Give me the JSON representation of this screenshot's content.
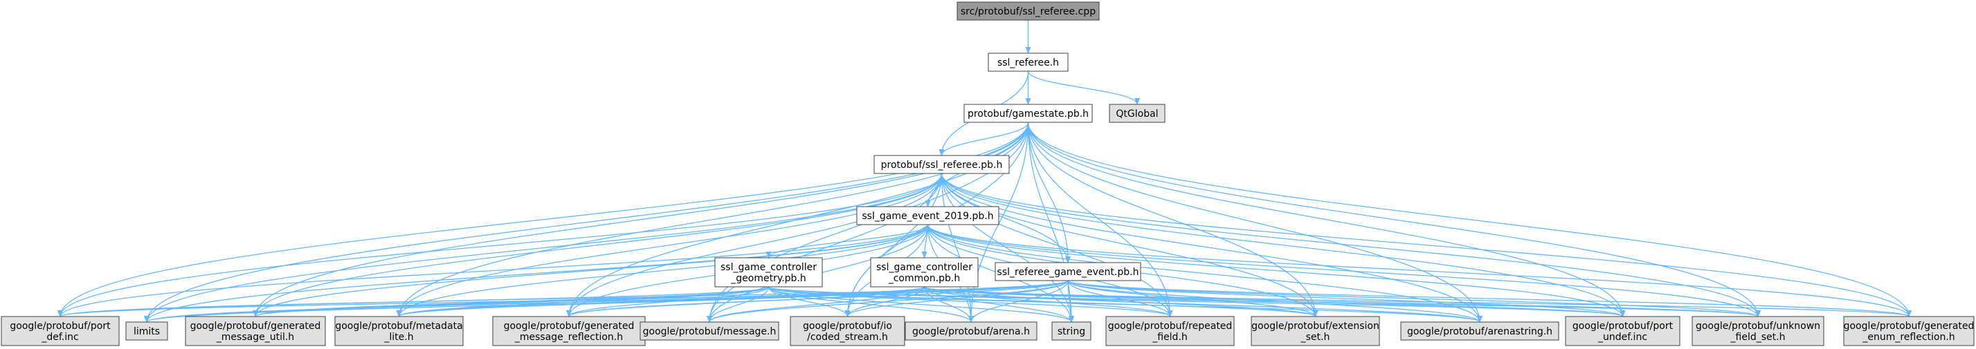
{
  "colors": {
    "edge": "#63b8ff",
    "node_border": "#404040",
    "root_fill": "#999999",
    "local_fill": "#ffffff",
    "external_fill": "#e0e0e0",
    "text": "#000000"
  },
  "nodes": {
    "root": {
      "lines": [
        "src/protobuf/ssl_referee.cpp"
      ],
      "kind": "root"
    },
    "ssl_referee_h": {
      "lines": [
        "ssl_referee.h"
      ],
      "kind": "local"
    },
    "qtglobal": {
      "lines": [
        "QtGlobal"
      ],
      "kind": "external"
    },
    "gamestate_pb": {
      "lines": [
        "protobuf/gamestate.pb.h"
      ],
      "kind": "local"
    },
    "ssl_referee_pb": {
      "lines": [
        "protobuf/ssl_referee.pb.h"
      ],
      "kind": "local"
    },
    "ssl_game_event_2019": {
      "lines": [
        "ssl_game_event_2019.pb.h"
      ],
      "kind": "local"
    },
    "ssl_gc_geometry": {
      "lines": [
        "ssl_game_controller",
        "_geometry.pb.h"
      ],
      "kind": "local"
    },
    "ssl_gc_common": {
      "lines": [
        "ssl_game_controller",
        "_common.pb.h"
      ],
      "kind": "local"
    },
    "ssl_referee_game_event": {
      "lines": [
        "ssl_referee_game_event.pb.h"
      ],
      "kind": "local"
    },
    "port_def": {
      "lines": [
        "google/protobuf/port",
        "_def.inc"
      ],
      "kind": "external"
    },
    "limits": {
      "lines": [
        "limits"
      ],
      "kind": "external"
    },
    "generated_message_util": {
      "lines": [
        "google/protobuf/generated",
        "_message_util.h"
      ],
      "kind": "external"
    },
    "metadata_lite": {
      "lines": [
        "google/protobuf/metadata",
        "_lite.h"
      ],
      "kind": "external"
    },
    "generated_message_reflection": {
      "lines": [
        "google/protobuf/generated",
        "_message_reflection.h"
      ],
      "kind": "external"
    },
    "message_h": {
      "lines": [
        "google/protobuf/message.h"
      ],
      "kind": "external"
    },
    "coded_stream": {
      "lines": [
        "google/protobuf/io",
        "/coded_stream.h"
      ],
      "kind": "external"
    },
    "arena_h": {
      "lines": [
        "google/protobuf/arena.h"
      ],
      "kind": "external"
    },
    "string": {
      "lines": [
        "string"
      ],
      "kind": "external"
    },
    "repeated_field": {
      "lines": [
        "google/protobuf/repeated",
        "_field.h"
      ],
      "kind": "external"
    },
    "extension_set": {
      "lines": [
        "google/protobuf/extension",
        "_set.h"
      ],
      "kind": "external"
    },
    "arenastring": {
      "lines": [
        "google/protobuf/arenastring.h"
      ],
      "kind": "external"
    },
    "port_undef": {
      "lines": [
        "google/protobuf/port",
        "_undef.inc"
      ],
      "kind": "external"
    },
    "unknown_field_set": {
      "lines": [
        "google/protobuf/unknown",
        "_field_set.h"
      ],
      "kind": "external"
    },
    "generated_enum_reflection": {
      "lines": [
        "google/protobuf/generated",
        "_enum_reflection.h"
      ],
      "kind": "external"
    }
  },
  "edges": [
    [
      "root",
      "ssl_referee_h"
    ],
    [
      "ssl_referee_h",
      "gamestate_pb"
    ],
    [
      "ssl_referee_h",
      "ssl_referee_pb"
    ],
    [
      "ssl_referee_h",
      "qtglobal"
    ],
    [
      "gamestate_pb",
      "ssl_referee_pb"
    ],
    [
      "gamestate_pb",
      "ssl_game_event_2019"
    ],
    [
      "gamestate_pb",
      "ssl_referee_game_event"
    ],
    [
      "gamestate_pb",
      "port_def"
    ],
    [
      "gamestate_pb",
      "limits"
    ],
    [
      "gamestate_pb",
      "generated_message_util"
    ],
    [
      "gamestate_pb",
      "metadata_lite"
    ],
    [
      "gamestate_pb",
      "generated_message_reflection"
    ],
    [
      "gamestate_pb",
      "message_h"
    ],
    [
      "gamestate_pb",
      "coded_stream"
    ],
    [
      "gamestate_pb",
      "arena_h"
    ],
    [
      "gamestate_pb",
      "string"
    ],
    [
      "gamestate_pb",
      "repeated_field"
    ],
    [
      "gamestate_pb",
      "extension_set"
    ],
    [
      "gamestate_pb",
      "arenastring"
    ],
    [
      "gamestate_pb",
      "port_undef"
    ],
    [
      "gamestate_pb",
      "unknown_field_set"
    ],
    [
      "gamestate_pb",
      "generated_enum_reflection"
    ],
    [
      "ssl_referee_pb",
      "ssl_game_event_2019"
    ],
    [
      "ssl_referee_pb",
      "ssl_referee_game_event"
    ],
    [
      "ssl_referee_pb",
      "port_def"
    ],
    [
      "ssl_referee_pb",
      "limits"
    ],
    [
      "ssl_referee_pb",
      "generated_message_util"
    ],
    [
      "ssl_referee_pb",
      "metadata_lite"
    ],
    [
      "ssl_referee_pb",
      "generated_message_reflection"
    ],
    [
      "ssl_referee_pb",
      "message_h"
    ],
    [
      "ssl_referee_pb",
      "coded_stream"
    ],
    [
      "ssl_referee_pb",
      "arena_h"
    ],
    [
      "ssl_referee_pb",
      "string"
    ],
    [
      "ssl_referee_pb",
      "repeated_field"
    ],
    [
      "ssl_referee_pb",
      "extension_set"
    ],
    [
      "ssl_referee_pb",
      "arenastring"
    ],
    [
      "ssl_referee_pb",
      "port_undef"
    ],
    [
      "ssl_referee_pb",
      "unknown_field_set"
    ],
    [
      "ssl_referee_pb",
      "generated_enum_reflection"
    ],
    [
      "ssl_game_event_2019",
      "ssl_gc_geometry"
    ],
    [
      "ssl_game_event_2019",
      "ssl_gc_common"
    ],
    [
      "ssl_game_event_2019",
      "port_def"
    ],
    [
      "ssl_game_event_2019",
      "limits"
    ],
    [
      "ssl_game_event_2019",
      "generated_message_util"
    ],
    [
      "ssl_game_event_2019",
      "metadata_lite"
    ],
    [
      "ssl_game_event_2019",
      "generated_message_reflection"
    ],
    [
      "ssl_game_event_2019",
      "message_h"
    ],
    [
      "ssl_game_event_2019",
      "coded_stream"
    ],
    [
      "ssl_game_event_2019",
      "arena_h"
    ],
    [
      "ssl_game_event_2019",
      "string"
    ],
    [
      "ssl_game_event_2019",
      "repeated_field"
    ],
    [
      "ssl_game_event_2019",
      "extension_set"
    ],
    [
      "ssl_game_event_2019",
      "arenastring"
    ],
    [
      "ssl_game_event_2019",
      "port_undef"
    ],
    [
      "ssl_game_event_2019",
      "unknown_field_set"
    ],
    [
      "ssl_game_event_2019",
      "generated_enum_reflection"
    ],
    [
      "ssl_gc_geometry",
      "port_def"
    ],
    [
      "ssl_gc_geometry",
      "limits"
    ],
    [
      "ssl_gc_geometry",
      "generated_message_util"
    ],
    [
      "ssl_gc_geometry",
      "metadata_lite"
    ],
    [
      "ssl_gc_geometry",
      "generated_message_reflection"
    ],
    [
      "ssl_gc_geometry",
      "message_h"
    ],
    [
      "ssl_gc_geometry",
      "coded_stream"
    ],
    [
      "ssl_gc_geometry",
      "arena_h"
    ],
    [
      "ssl_gc_geometry",
      "string"
    ],
    [
      "ssl_gc_geometry",
      "repeated_field"
    ],
    [
      "ssl_gc_geometry",
      "extension_set"
    ],
    [
      "ssl_gc_geometry",
      "arenastring"
    ],
    [
      "ssl_gc_geometry",
      "port_undef"
    ],
    [
      "ssl_gc_geometry",
      "unknown_field_set"
    ],
    [
      "ssl_gc_common",
      "port_def"
    ],
    [
      "ssl_gc_common",
      "limits"
    ],
    [
      "ssl_gc_common",
      "generated_message_util"
    ],
    [
      "ssl_gc_common",
      "metadata_lite"
    ],
    [
      "ssl_gc_common",
      "generated_message_reflection"
    ],
    [
      "ssl_gc_common",
      "message_h"
    ],
    [
      "ssl_gc_common",
      "coded_stream"
    ],
    [
      "ssl_gc_common",
      "arena_h"
    ],
    [
      "ssl_gc_common",
      "string"
    ],
    [
      "ssl_gc_common",
      "repeated_field"
    ],
    [
      "ssl_gc_common",
      "extension_set"
    ],
    [
      "ssl_gc_common",
      "arenastring"
    ],
    [
      "ssl_gc_common",
      "port_undef"
    ],
    [
      "ssl_gc_common",
      "unknown_field_set"
    ],
    [
      "ssl_gc_common",
      "generated_enum_reflection"
    ],
    [
      "ssl_referee_game_event",
      "port_def"
    ],
    [
      "ssl_referee_game_event",
      "limits"
    ],
    [
      "ssl_referee_game_event",
      "generated_message_util"
    ],
    [
      "ssl_referee_game_event",
      "metadata_lite"
    ],
    [
      "ssl_referee_game_event",
      "generated_message_reflection"
    ],
    [
      "ssl_referee_game_event",
      "message_h"
    ],
    [
      "ssl_referee_game_event",
      "coded_stream"
    ],
    [
      "ssl_referee_game_event",
      "arena_h"
    ],
    [
      "ssl_referee_game_event",
      "string"
    ],
    [
      "ssl_referee_game_event",
      "repeated_field"
    ],
    [
      "ssl_referee_game_event",
      "extension_set"
    ],
    [
      "ssl_referee_game_event",
      "arenastring"
    ],
    [
      "ssl_referee_game_event",
      "port_undef"
    ],
    [
      "ssl_referee_game_event",
      "unknown_field_set"
    ],
    [
      "ssl_referee_game_event",
      "generated_enum_reflection"
    ]
  ]
}
